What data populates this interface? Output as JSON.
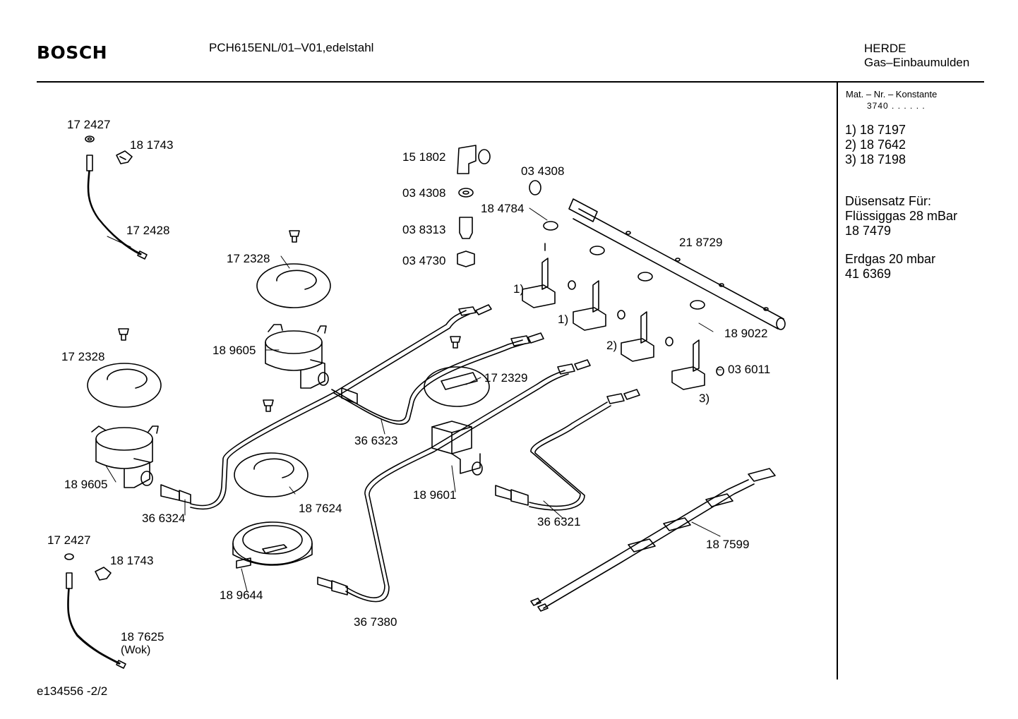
{
  "header": {
    "brand": "BOSCH",
    "model": "PCH615ENL/01–V01,edelstahl",
    "category": "HERDE",
    "subcategory": "Gas–Einbaumulden"
  },
  "side_panel": {
    "mat_label": "Mat. – Nr. – Konstante",
    "mat_value": "3740  .  .  .  .  .  .",
    "variants": [
      "1)  18 7197",
      "2)  18 7642",
      "3)  18 7198"
    ],
    "nozzle_title": "Düsensatz Für:",
    "lpg_label": "Flüssiggas 28 mBar",
    "lpg_part": "18 7479",
    "natural_label": "Erdgas 20 mbar",
    "natural_part": "41 6369"
  },
  "footer": {
    "doc_id": "e134556  -2/2"
  },
  "callouts": {
    "c1": "17 2427",
    "c2": "18 1743",
    "c3": "17 2428",
    "c4": "17 2328",
    "c5": "17 2328",
    "c6": "18 9605",
    "c7": "18 9605",
    "c8": "36 6324",
    "c9": "17 2427",
    "c10": "18 1743",
    "c11": "18 7625",
    "c12": "(Wok)",
    "c13": "18 9644",
    "c14": "18 7624",
    "c15": "36 7380",
    "c16": "36 6323",
    "c17": "17 2329",
    "c18": "18 9601",
    "c19": "36 6321",
    "c20": "18 7599",
    "c21": "15 1802",
    "c22": "03 4308",
    "c23": "03 8313",
    "c24": "03 4730",
    "c25": "03 4308",
    "c26": "18 4784",
    "c27": "21 8729",
    "c28": "18 9022",
    "c29": "03 6011",
    "c30": "1)",
    "c31": "1)",
    "c32": "2)",
    "c33": "3)"
  }
}
